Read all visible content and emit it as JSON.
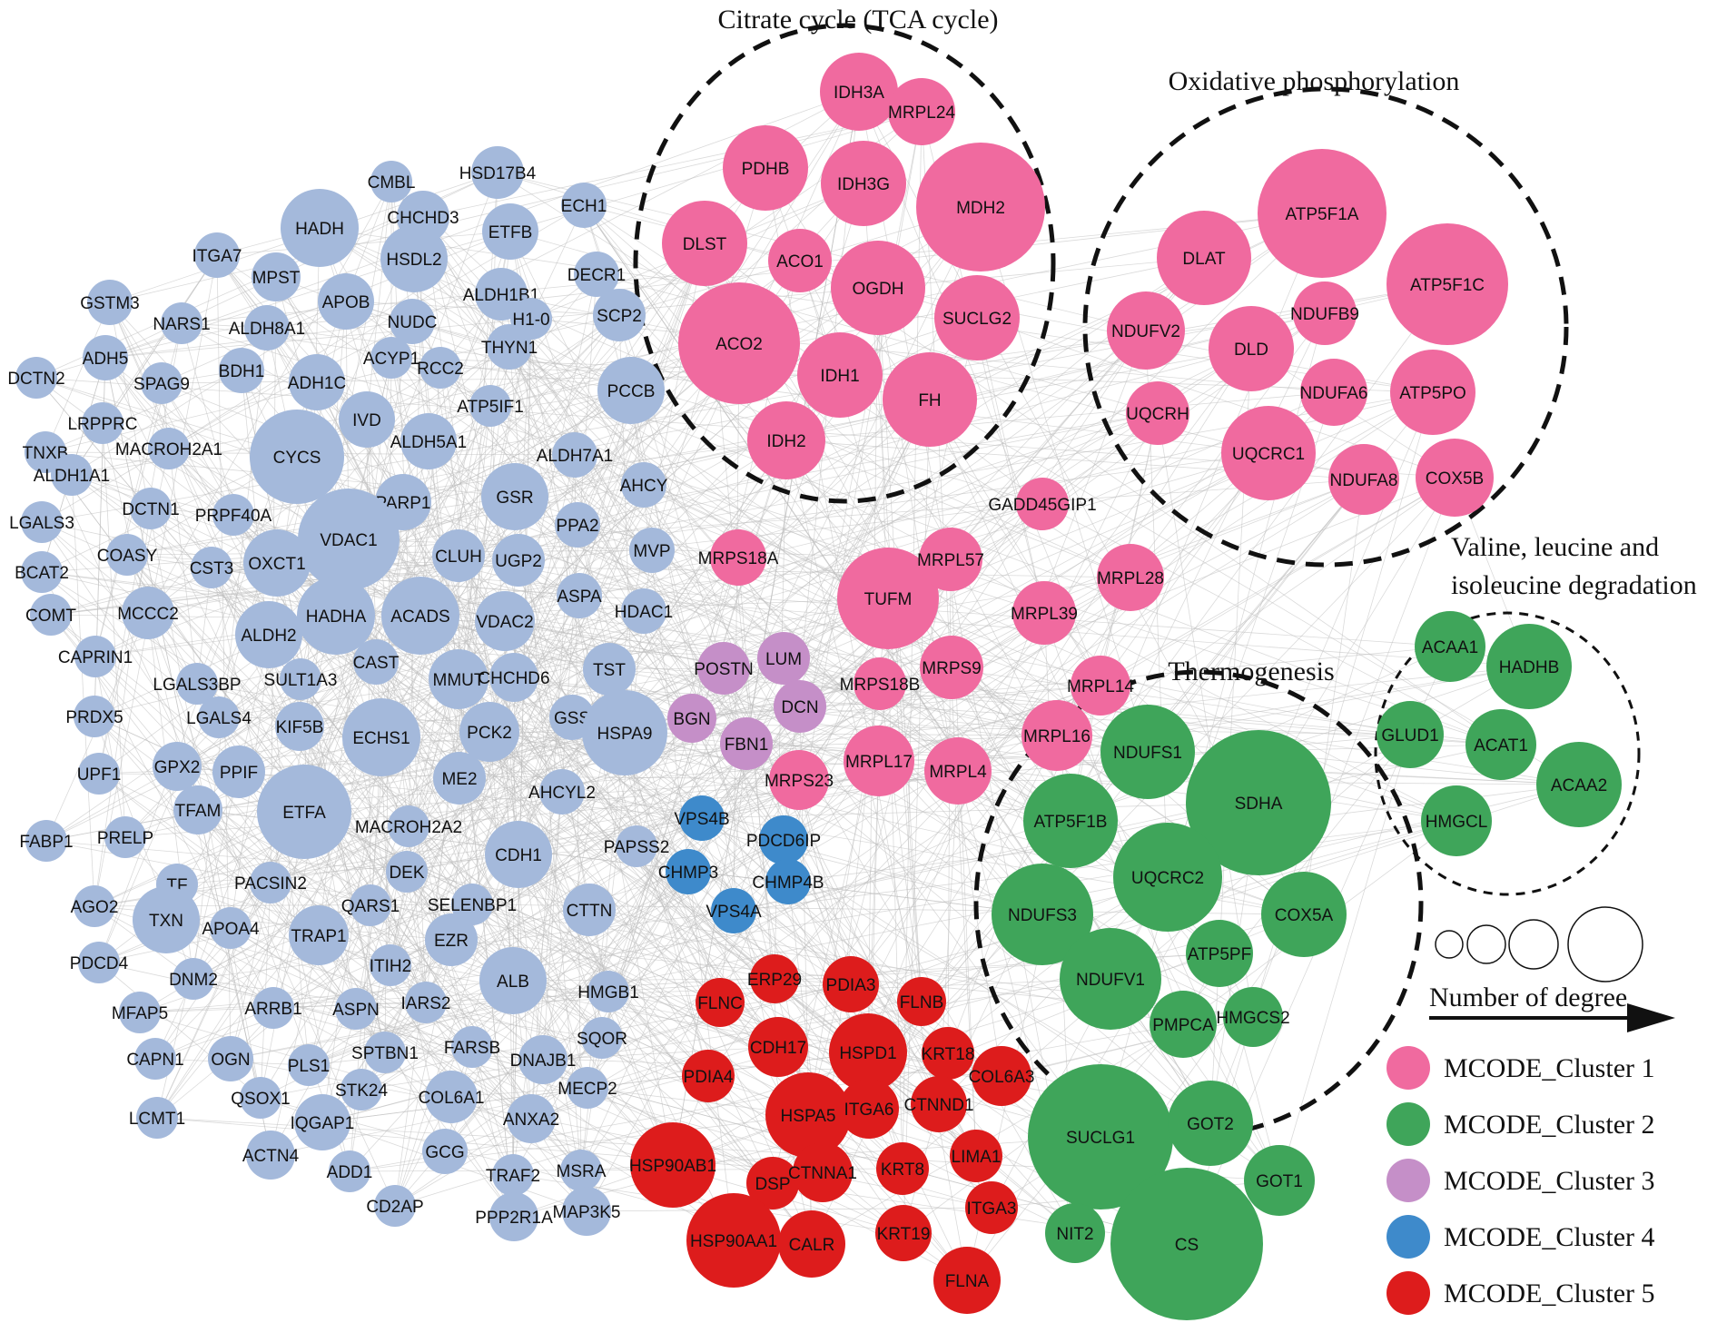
{
  "colors": {
    "cluster_1": "#F06A9F",
    "cluster_2": "#3FA55A",
    "cluster_3": "#C58FC8",
    "cluster_4": "#3E8ACB",
    "cluster_5": "#DD1C1C",
    "other": "#A4B9DB",
    "edge": "#bdbdbd"
  },
  "regions": [
    {
      "label": "Citrate cycle (TCA cycle)"
    },
    {
      "label": "Oxidative phosphorylation"
    },
    {
      "label": "Valine, leucine and",
      "label2": "isoleucine degradation"
    },
    {
      "label": "Thermogenesis"
    }
  ],
  "legend": {
    "size_label": "Number of degree",
    "clusters": [
      {
        "name": "MCODE_Cluster 1",
        "color": "#F06A9F"
      },
      {
        "name": "MCODE_Cluster 2",
        "color": "#3FA55A"
      },
      {
        "name": "MCODE_Cluster 3",
        "color": "#C58FC8"
      },
      {
        "name": "MCODE_Cluster 4",
        "color": "#3E8ACB"
      },
      {
        "name": "MCODE_Cluster 5",
        "color": "#DD1C1C"
      }
    ]
  },
  "nodes": [
    {
      "name": "IDH3A",
      "group": "cluster_1"
    },
    {
      "name": "MRPL24",
      "group": "cluster_1"
    },
    {
      "name": "PDHB",
      "group": "cluster_1"
    },
    {
      "name": "IDH3G",
      "group": "cluster_1"
    },
    {
      "name": "MDH2",
      "group": "cluster_1"
    },
    {
      "name": "DLST",
      "group": "cluster_1"
    },
    {
      "name": "ACO1",
      "group": "cluster_1"
    },
    {
      "name": "OGDH",
      "group": "cluster_1"
    },
    {
      "name": "SUCLG2",
      "group": "cluster_1"
    },
    {
      "name": "ACO2",
      "group": "cluster_1"
    },
    {
      "name": "IDH1",
      "group": "cluster_1"
    },
    {
      "name": "FH",
      "group": "cluster_1"
    },
    {
      "name": "IDH2",
      "group": "cluster_1"
    },
    {
      "name": "ATP5F1A",
      "group": "cluster_1"
    },
    {
      "name": "DLAT",
      "group": "cluster_1"
    },
    {
      "name": "ATP5F1C",
      "group": "cluster_1"
    },
    {
      "name": "NDUFV2",
      "group": "cluster_1"
    },
    {
      "name": "NDUFB9",
      "group": "cluster_1"
    },
    {
      "name": "DLD",
      "group": "cluster_1"
    },
    {
      "name": "NDUFA6",
      "group": "cluster_1"
    },
    {
      "name": "ATP5PO",
      "group": "cluster_1"
    },
    {
      "name": "UQCRH",
      "group": "cluster_1"
    },
    {
      "name": "UQCRC1",
      "group": "cluster_1"
    },
    {
      "name": "NDUFA8",
      "group": "cluster_1"
    },
    {
      "name": "COX5B",
      "group": "cluster_1"
    },
    {
      "name": "GADD45GIP1",
      "group": "cluster_1"
    },
    {
      "name": "MRPS18A",
      "group": "cluster_1"
    },
    {
      "name": "TUFM",
      "group": "cluster_1"
    },
    {
      "name": "MRPL57",
      "group": "cluster_1"
    },
    {
      "name": "MRPL28",
      "group": "cluster_1"
    },
    {
      "name": "MRPL39",
      "group": "cluster_1"
    },
    {
      "name": "MRPL14",
      "group": "cluster_1"
    },
    {
      "name": "MRPS9",
      "group": "cluster_1"
    },
    {
      "name": "MRPS18B",
      "group": "cluster_1"
    },
    {
      "name": "MRPL16",
      "group": "cluster_1"
    },
    {
      "name": "MRPL17",
      "group": "cluster_1"
    },
    {
      "name": "MRPL4",
      "group": "cluster_1"
    },
    {
      "name": "MRPS23",
      "group": "cluster_1"
    },
    {
      "name": "ACAA1",
      "group": "cluster_2"
    },
    {
      "name": "HADHB",
      "group": "cluster_2"
    },
    {
      "name": "GLUD1",
      "group": "cluster_2"
    },
    {
      "name": "ACAT1",
      "group": "cluster_2"
    },
    {
      "name": "ACAA2",
      "group": "cluster_2"
    },
    {
      "name": "HMGCL",
      "group": "cluster_2"
    },
    {
      "name": "NDUFS1",
      "group": "cluster_2"
    },
    {
      "name": "SDHA",
      "group": "cluster_2"
    },
    {
      "name": "ATP5F1B",
      "group": "cluster_2"
    },
    {
      "name": "UQCRC2",
      "group": "cluster_2"
    },
    {
      "name": "NDUFS3",
      "group": "cluster_2"
    },
    {
      "name": "COX5A",
      "group": "cluster_2"
    },
    {
      "name": "ATP5PF",
      "group": "cluster_2"
    },
    {
      "name": "NDUFV1",
      "group": "cluster_2"
    },
    {
      "name": "PMPCA",
      "group": "cluster_2"
    },
    {
      "name": "HMGCS2",
      "group": "cluster_2"
    },
    {
      "name": "SUCLG1",
      "group": "cluster_2"
    },
    {
      "name": "GOT2",
      "group": "cluster_2"
    },
    {
      "name": "GOT1",
      "group": "cluster_2"
    },
    {
      "name": "NIT2",
      "group": "cluster_2"
    },
    {
      "name": "CS",
      "group": "cluster_2"
    },
    {
      "name": "POSTN",
      "group": "cluster_3"
    },
    {
      "name": "LUM",
      "group": "cluster_3"
    },
    {
      "name": "DCN",
      "group": "cluster_3"
    },
    {
      "name": "BGN",
      "group": "cluster_3"
    },
    {
      "name": "FBN1",
      "group": "cluster_3"
    },
    {
      "name": "VPS4B",
      "group": "cluster_4"
    },
    {
      "name": "PDCD6IP",
      "group": "cluster_4"
    },
    {
      "name": "CHMP3",
      "group": "cluster_4"
    },
    {
      "name": "CHMP4B",
      "group": "cluster_4"
    },
    {
      "name": "VPS4A",
      "group": "cluster_4"
    },
    {
      "name": "ERP29",
      "group": "cluster_5"
    },
    {
      "name": "PDIA3",
      "group": "cluster_5"
    },
    {
      "name": "FLNC",
      "group": "cluster_5"
    },
    {
      "name": "FLNB",
      "group": "cluster_5"
    },
    {
      "name": "CDH17",
      "group": "cluster_5"
    },
    {
      "name": "HSPD1",
      "group": "cluster_5"
    },
    {
      "name": "KRT18",
      "group": "cluster_5"
    },
    {
      "name": "PDIA4",
      "group": "cluster_5"
    },
    {
      "name": "COL6A3",
      "group": "cluster_5"
    },
    {
      "name": "HSPA5",
      "group": "cluster_5"
    },
    {
      "name": "ITGA6",
      "group": "cluster_5"
    },
    {
      "name": "CTNND1",
      "group": "cluster_5"
    },
    {
      "name": "LIMA1",
      "group": "cluster_5"
    },
    {
      "name": "HSP90AB1",
      "group": "cluster_5"
    },
    {
      "name": "DSP",
      "group": "cluster_5"
    },
    {
      "name": "CTNNA1",
      "group": "cluster_5"
    },
    {
      "name": "KRT8",
      "group": "cluster_5"
    },
    {
      "name": "ITGA3",
      "group": "cluster_5"
    },
    {
      "name": "HSP90AA1",
      "group": "cluster_5"
    },
    {
      "name": "CALR",
      "group": "cluster_5"
    },
    {
      "name": "KRT19",
      "group": "cluster_5"
    },
    {
      "name": "FLNA",
      "group": "cluster_5"
    },
    {
      "name": "CMBL",
      "group": "other"
    },
    {
      "name": "HSD17B4",
      "group": "other"
    },
    {
      "name": "ECH1",
      "group": "other"
    },
    {
      "name": "HADH",
      "group": "other"
    },
    {
      "name": "CHCHD3",
      "group": "other"
    },
    {
      "name": "ETFB",
      "group": "other"
    },
    {
      "name": "ITGA7",
      "group": "other"
    },
    {
      "name": "HSDL2",
      "group": "other"
    },
    {
      "name": "DECR1",
      "group": "other"
    },
    {
      "name": "MPST",
      "group": "other"
    },
    {
      "name": "GSTM3",
      "group": "other"
    },
    {
      "name": "APOB",
      "group": "other"
    },
    {
      "name": "ALDH1B1",
      "group": "other"
    },
    {
      "name": "NARS1",
      "group": "other"
    },
    {
      "name": "ALDH8A1",
      "group": "other"
    },
    {
      "name": "NUDC",
      "group": "other"
    },
    {
      "name": "H1-0",
      "group": "other"
    },
    {
      "name": "SCP2",
      "group": "other"
    },
    {
      "name": "ADH5",
      "group": "other"
    },
    {
      "name": "ACYP1",
      "group": "other"
    },
    {
      "name": "THYN1",
      "group": "other"
    },
    {
      "name": "DCTN2",
      "group": "other"
    },
    {
      "name": "SPAG9",
      "group": "other"
    },
    {
      "name": "BDH1",
      "group": "other"
    },
    {
      "name": "RCC2",
      "group": "other"
    },
    {
      "name": "ADH1C",
      "group": "other"
    },
    {
      "name": "PCCB",
      "group": "other"
    },
    {
      "name": "LRPPRC",
      "group": "other"
    },
    {
      "name": "IVD",
      "group": "other"
    },
    {
      "name": "ATP5IF1",
      "group": "other"
    },
    {
      "name": "TNXB",
      "group": "other"
    },
    {
      "name": "MACROH2A1",
      "group": "other"
    },
    {
      "name": "CYCS",
      "group": "other"
    },
    {
      "name": "ALDH5A1",
      "group": "other"
    },
    {
      "name": "ALDH7A1",
      "group": "other"
    },
    {
      "name": "ALDH1A1",
      "group": "other"
    },
    {
      "name": "AHCY",
      "group": "other"
    },
    {
      "name": "DCTN1",
      "group": "other"
    },
    {
      "name": "PARP1",
      "group": "other"
    },
    {
      "name": "GSR",
      "group": "other"
    },
    {
      "name": "LGALS3",
      "group": "other"
    },
    {
      "name": "PRPF40A",
      "group": "other"
    },
    {
      "name": "PPA2",
      "group": "other"
    },
    {
      "name": "VDAC1",
      "group": "other"
    },
    {
      "name": "COASY",
      "group": "other"
    },
    {
      "name": "MVP",
      "group": "other"
    },
    {
      "name": "CLUH",
      "group": "other"
    },
    {
      "name": "OXCT1",
      "group": "other"
    },
    {
      "name": "BCAT2",
      "group": "other"
    },
    {
      "name": "CST3",
      "group": "other"
    },
    {
      "name": "UGP2",
      "group": "other"
    },
    {
      "name": "ASPA",
      "group": "other"
    },
    {
      "name": "COMT",
      "group": "other"
    },
    {
      "name": "MCCC2",
      "group": "other"
    },
    {
      "name": "HDAC1",
      "group": "other"
    },
    {
      "name": "HADHA",
      "group": "other"
    },
    {
      "name": "ACADS",
      "group": "other"
    },
    {
      "name": "VDAC2",
      "group": "other"
    },
    {
      "name": "ALDH2",
      "group": "other"
    },
    {
      "name": "CAPRIN1",
      "group": "other"
    },
    {
      "name": "CAST",
      "group": "other"
    },
    {
      "name": "TST",
      "group": "other"
    },
    {
      "name": "SULT1A3",
      "group": "other"
    },
    {
      "name": "MMUT",
      "group": "other"
    },
    {
      "name": "CHCHD6",
      "group": "other"
    },
    {
      "name": "LGALS3BP",
      "group": "other"
    },
    {
      "name": "PRDX5",
      "group": "other"
    },
    {
      "name": "GSS",
      "group": "other"
    },
    {
      "name": "LGALS4",
      "group": "other"
    },
    {
      "name": "KIF5B",
      "group": "other"
    },
    {
      "name": "ECHS1",
      "group": "other"
    },
    {
      "name": "PCK2",
      "group": "other"
    },
    {
      "name": "HSPA9",
      "group": "other"
    },
    {
      "name": "UPF1",
      "group": "other"
    },
    {
      "name": "GPX2",
      "group": "other"
    },
    {
      "name": "PPIF",
      "group": "other"
    },
    {
      "name": "ME2",
      "group": "other"
    },
    {
      "name": "AHCYL2",
      "group": "other"
    },
    {
      "name": "ETFA",
      "group": "other"
    },
    {
      "name": "TFAM",
      "group": "other"
    },
    {
      "name": "MACROH2A2",
      "group": "other"
    },
    {
      "name": "FABP1",
      "group": "other"
    },
    {
      "name": "PRELP",
      "group": "other"
    },
    {
      "name": "CDH1",
      "group": "other"
    },
    {
      "name": "PAPSS2",
      "group": "other"
    },
    {
      "name": "DEK",
      "group": "other"
    },
    {
      "name": "TF",
      "group": "other"
    },
    {
      "name": "PACSIN2",
      "group": "other"
    },
    {
      "name": "AGO2",
      "group": "other"
    },
    {
      "name": "QARS1",
      "group": "other"
    },
    {
      "name": "SELENBP1",
      "group": "other"
    },
    {
      "name": "CTTN",
      "group": "other"
    },
    {
      "name": "TXN",
      "group": "other"
    },
    {
      "name": "APOA4",
      "group": "other"
    },
    {
      "name": "TRAP1",
      "group": "other"
    },
    {
      "name": "EZR",
      "group": "other"
    },
    {
      "name": "PDCD4",
      "group": "other"
    },
    {
      "name": "ITIH2",
      "group": "other"
    },
    {
      "name": "DNM2",
      "group": "other"
    },
    {
      "name": "ALB",
      "group": "other"
    },
    {
      "name": "HMGB1",
      "group": "other"
    },
    {
      "name": "ARRB1",
      "group": "other"
    },
    {
      "name": "ASPN",
      "group": "other"
    },
    {
      "name": "IARS2",
      "group": "other"
    },
    {
      "name": "MFAP5",
      "group": "other"
    },
    {
      "name": "SQOR",
      "group": "other"
    },
    {
      "name": "CAPN1",
      "group": "other"
    },
    {
      "name": "OGN",
      "group": "other"
    },
    {
      "name": "PLS1",
      "group": "other"
    },
    {
      "name": "SPTBN1",
      "group": "other"
    },
    {
      "name": "FARSB",
      "group": "other"
    },
    {
      "name": "DNAJB1",
      "group": "other"
    },
    {
      "name": "MECP2",
      "group": "other"
    },
    {
      "name": "QSOX1",
      "group": "other"
    },
    {
      "name": "STK24",
      "group": "other"
    },
    {
      "name": "COL6A1",
      "group": "other"
    },
    {
      "name": "LCMT1",
      "group": "other"
    },
    {
      "name": "IQGAP1",
      "group": "other"
    },
    {
      "name": "ANXA2",
      "group": "other"
    },
    {
      "name": "ACTN4",
      "group": "other"
    },
    {
      "name": "ADD1",
      "group": "other"
    },
    {
      "name": "GCG",
      "group": "other"
    },
    {
      "name": "TRAF2",
      "group": "other"
    },
    {
      "name": "MSRA",
      "group": "other"
    },
    {
      "name": "CD2AP",
      "group": "other"
    },
    {
      "name": "PPP2R1A",
      "group": "other"
    },
    {
      "name": "MAP3K5",
      "group": "other"
    }
  ]
}
